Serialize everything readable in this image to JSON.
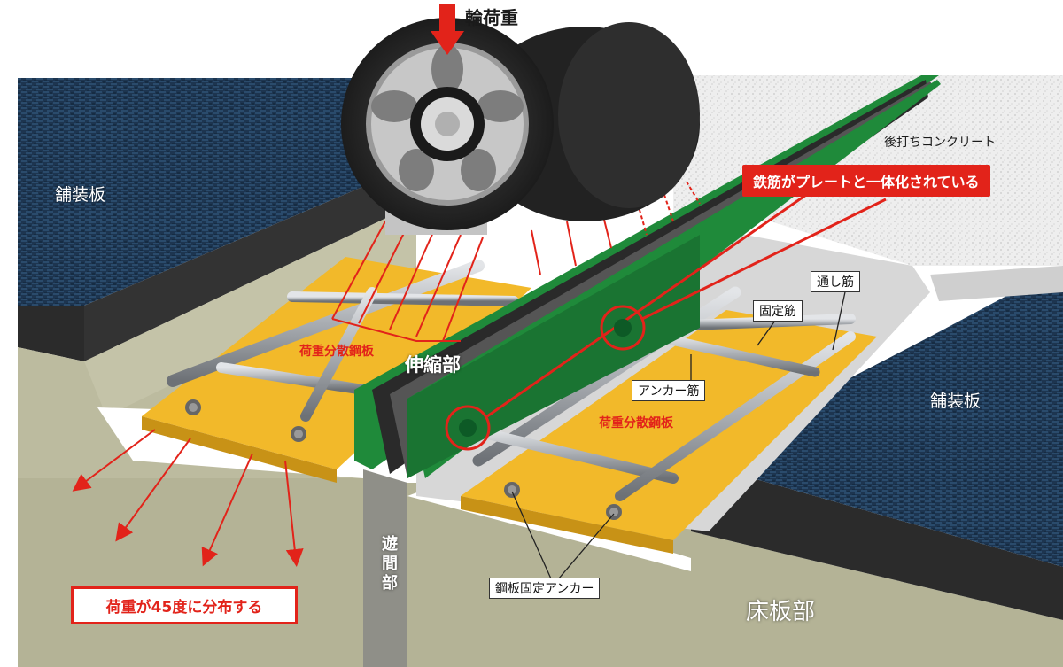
{
  "labels": {
    "wheel_load": "輪荷重",
    "pavement_left": "舗装板",
    "pavement_right": "舗装板",
    "post_concrete": "後打ちコンクリート",
    "rebar_plate_callout": "鉄筋がプレートと一体化されている",
    "through_bar": "通し筋",
    "fixing_bar": "固定筋",
    "anchor_bar": "アンカー筋",
    "expansion_part": "伸縮部",
    "dist_plate_left": "荷重分散鋼板",
    "dist_plate_right": "荷重分散鋼板",
    "gap_part": "遊間部",
    "plate_anchor": "鋼板固定アンカー",
    "deck_part": "床板部",
    "load_45": "荷重が45度に分布する"
  },
  "colors": {
    "accent_red": "#e2231a",
    "plate_yellow": "#f2b92a",
    "joint_green": "#1f8a3a",
    "pavement_navy": "#1d3550",
    "deck_olive": "#b4b396",
    "rebar_gray": "#a9adb2"
  },
  "icons": [
    "down-arrow-icon",
    "tire-icon"
  ]
}
